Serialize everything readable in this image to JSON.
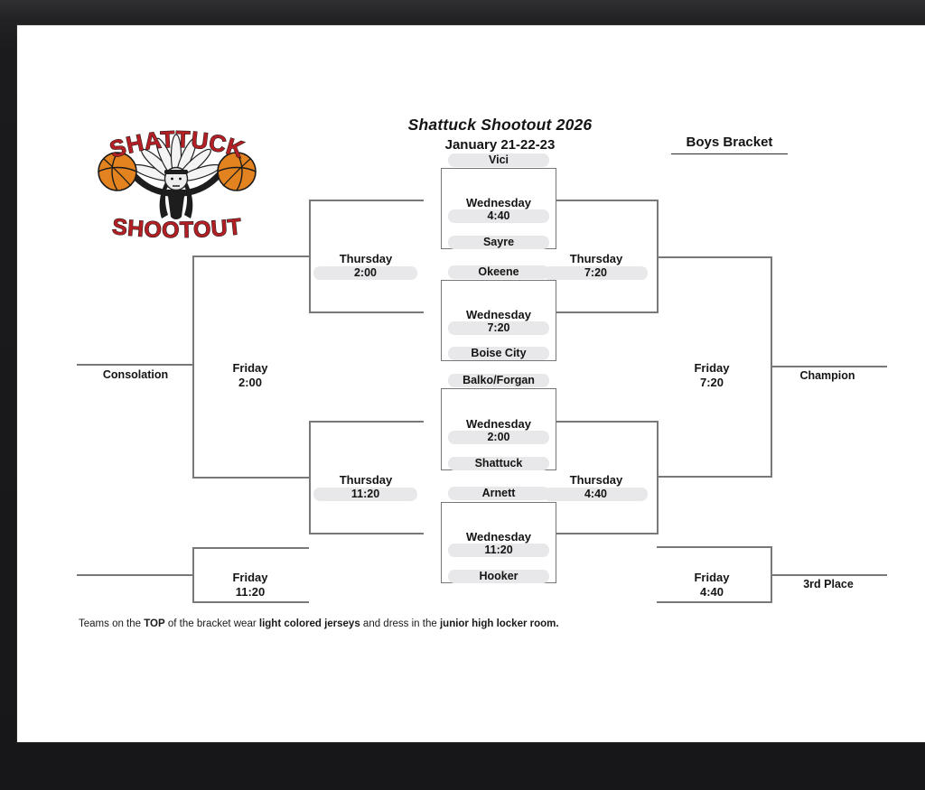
{
  "header": {
    "title": "Shattuck Shootout 2026",
    "subtitle": "January 21-22-23",
    "bracket_label": "Boys Bracket"
  },
  "logo": {
    "top_text": "SHATTUCK",
    "bottom_text": "SHOOTOUT",
    "colors": {
      "red": "#b22026",
      "orange": "#e2831f",
      "dark": "#1d1d1d"
    }
  },
  "games": {
    "wednesday": [
      {
        "top_team": "Vici",
        "bottom_team": "Sayre",
        "day": "Wednesday",
        "time": "4:40"
      },
      {
        "top_team": "Okeene",
        "bottom_team": "Boise City",
        "day": "Wednesday",
        "time": "7:20"
      },
      {
        "top_team": "Balko/Forgan",
        "bottom_team": "Shattuck",
        "day": "Wednesday",
        "time": "2:00"
      },
      {
        "top_team": "Arnett",
        "bottom_team": "Hooker",
        "day": "Wednesday",
        "time": "11:20"
      }
    ],
    "thursday": [
      {
        "position": "left-top",
        "day": "Thursday",
        "time": "2:00"
      },
      {
        "position": "right-top",
        "day": "Thursday",
        "time": "7:20"
      },
      {
        "position": "left-bottom",
        "day": "Thursday",
        "time": "11:20"
      },
      {
        "position": "right-bottom",
        "day": "Thursday",
        "time": "4:40"
      }
    ],
    "friday": [
      {
        "position": "left-middle",
        "day": "Friday",
        "time": "2:00"
      },
      {
        "position": "right-middle",
        "day": "Friday",
        "time": "7:20"
      },
      {
        "position": "left-bottom",
        "day": "Friday",
        "time": "11:20"
      },
      {
        "position": "right-bottom",
        "day": "Friday",
        "time": "4:40"
      }
    ]
  },
  "labels": {
    "consolation": "Consolation",
    "champion": "Champion",
    "third_place": "3rd Place"
  },
  "footer": {
    "segments": [
      {
        "text": "Teams on the ",
        "bold": false
      },
      {
        "text": "TOP",
        "bold": true
      },
      {
        "text": " of the bracket wear ",
        "bold": false
      },
      {
        "text": "light colored jerseys",
        "bold": true
      },
      {
        "text": " and dress in the ",
        "bold": false
      },
      {
        "text": "junior high locker room.",
        "bold": true
      }
    ]
  }
}
